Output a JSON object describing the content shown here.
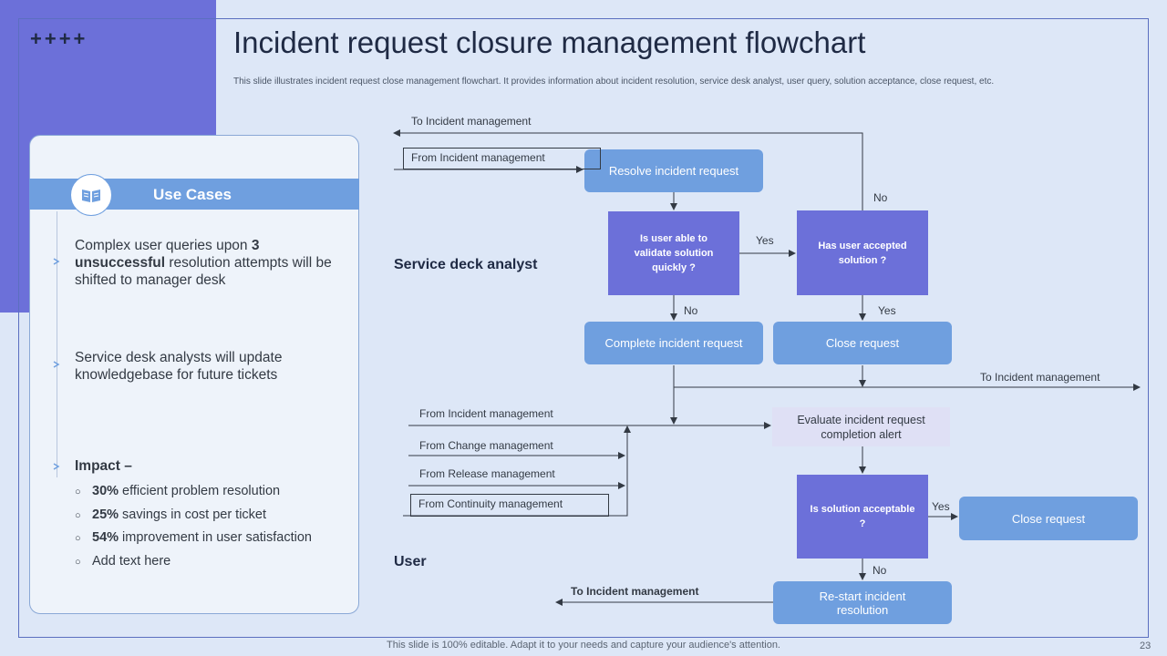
{
  "title": "Incident request closure management flowchart",
  "subtitle": "This slide illustrates incident request close management  flowchart. It provides information about incident resolution, service desk analyst, user query, solution acceptance, close request, etc.",
  "decoration": {
    "plus_signs": "++++"
  },
  "use_cases": {
    "title": "Use Cases",
    "icon": "open-book-icon",
    "point1_before": "Complex user queries upon ",
    "point1_bold": "3 unsuccessful",
    "point1_after": " resolution attempts will be shifted to manager desk",
    "point2": "Service desk analysts will update knowledgebase for future tickets",
    "impact_title": "Impact –",
    "impact_items": [
      {
        "bold": "30%",
        "text": " efficient problem resolution"
      },
      {
        "bold": "25%",
        "text": " savings in cost per ticket"
      },
      {
        "bold": "54%",
        "text": " improvement in  user satisfaction"
      },
      {
        "bold": "",
        "text": "Add text here"
      }
    ]
  },
  "lanes": {
    "analyst": "Service deck analyst",
    "user": "User"
  },
  "flow": {
    "nodes": {
      "resolve": "Resolve  incident request",
      "validate": "Is user able to validate solution quickly  ?",
      "accepted": "Has user accepted solution  ?",
      "complete": "Complete incident request",
      "close1": "Close request",
      "evaluate": "Evaluate  incident request completion alert",
      "acceptable": "Is solution acceptable  ?",
      "close2": "Close request",
      "restart": "Re-start incident resolution"
    },
    "labels": {
      "to_incident_top": "To Incident management",
      "from_incident_top": "From Incident management",
      "no_top": "No",
      "yes_mid": "Yes",
      "no_validate": "No",
      "yes_accepted": "Yes",
      "to_incident_right": "To Incident management",
      "from_incident_lower": "From Incident management",
      "from_change": "From Change management",
      "from_release": "From Release management",
      "from_continuity": "From Continuity management",
      "yes_acceptable": "Yes",
      "no_acceptable": "No",
      "to_incident_bottom": "To Incident management"
    }
  },
  "colors": {
    "accent_purple": "#6c70d9",
    "process_blue": "#6f9fdf",
    "background": "#dde7f7",
    "alert_lavender": "#dfe0f5"
  },
  "footer": "This slide is 100% editable. Adapt it to your needs and capture your audience's attention.",
  "page_number": "23"
}
